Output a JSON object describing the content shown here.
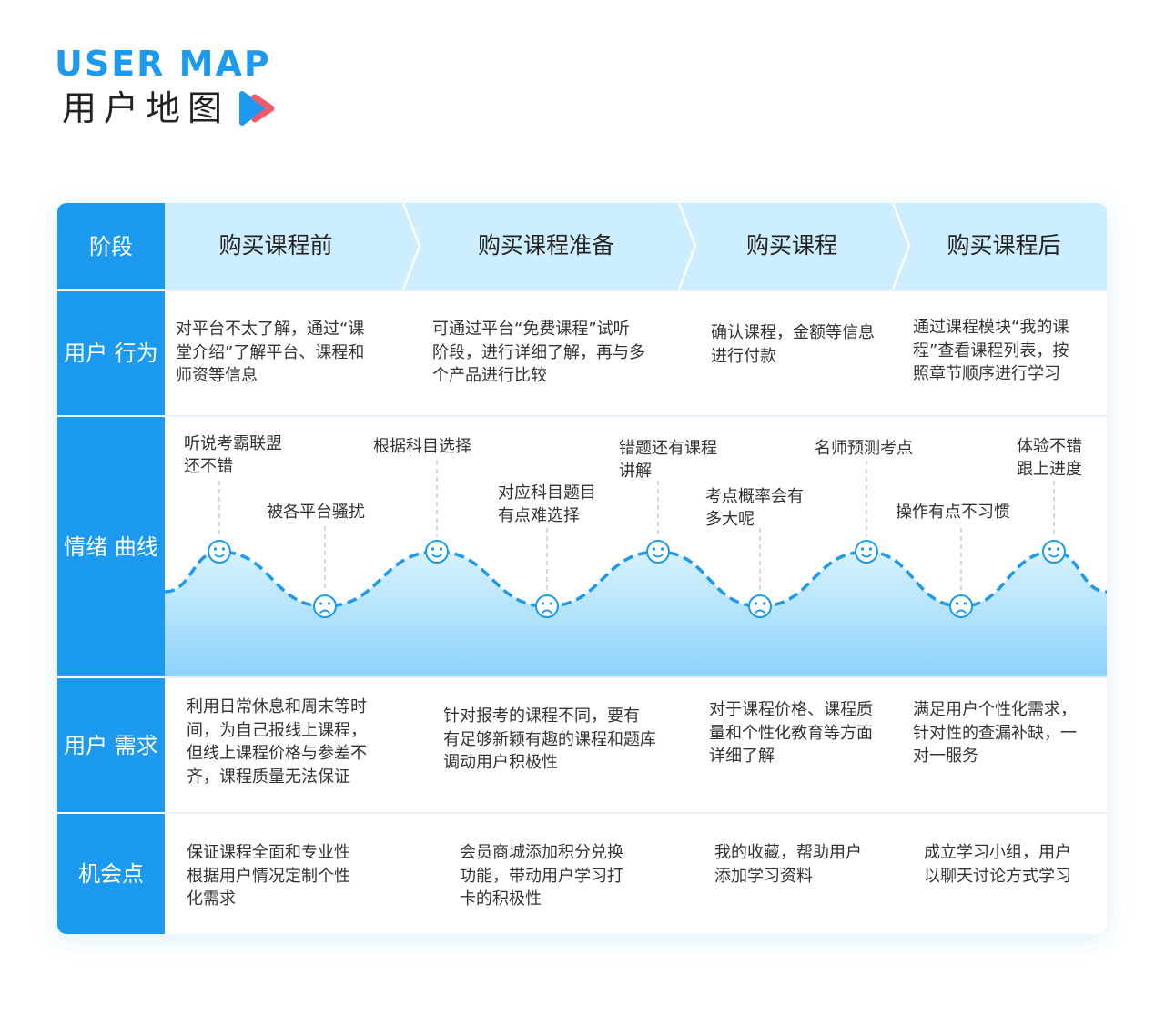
{
  "header": {
    "title_en": "USER MAP",
    "title_cn": "用户地图",
    "icon": "play-arrow-icon"
  },
  "colors": {
    "primary": "#1b9aef",
    "stage_bg": "#cdeefe",
    "curve_fill_top": "#cfeffe",
    "curve_fill_bottom": "#8fd4fb",
    "accent_red": "#f05a6e"
  },
  "rows": {
    "stage": "阶段",
    "behavior": "用户\n行为",
    "emotion": "情绪\n曲线",
    "needs": "用户\n需求",
    "opportunity": "机会点"
  },
  "stages": [
    "购买课程前",
    "购买课程准备",
    "购买课程",
    "购买课程后"
  ],
  "behavior": [
    "对平台不太了解，通过“课\n堂介绍”了解平台、课程和\n师资等信息",
    "可通过平台“免费课程”试听\n阶段，进行详细了解，再与多\n个产品进行比较",
    "确认课程，金额等信息\n进行付款",
    "通过课程模块“我的课\n程”查看课程列表，按\n照章节顺序进行学习"
  ],
  "emotion_points": [
    {
      "label": "听说考霸联盟\n还不错",
      "mood": "happy"
    },
    {
      "label": "被各平台骚扰",
      "mood": "sad"
    },
    {
      "label": "根据科目选择",
      "mood": "happy"
    },
    {
      "label": "对应科目题目\n有点难选择",
      "mood": "sad"
    },
    {
      "label": "错题还有课程\n讲解",
      "mood": "happy"
    },
    {
      "label": "考点概率会有\n多大呢",
      "mood": "sad"
    },
    {
      "label": "名师预测考点",
      "mood": "happy"
    },
    {
      "label": "操作有点不习惯",
      "mood": "sad"
    },
    {
      "label": "体验不错\n跟上进度",
      "mood": "happy"
    }
  ],
  "needs": [
    "利用日常休息和周末等时\n间，为自己报线上课程，\n但线上课程价格与参差不\n齐，课程质量无法保证",
    "针对报考的课程不同，要有\n有足够新颖有趣的课程和题库\n调动用户积极性",
    "对于课程价格、课程质\n量和个性化教育等方面\n详细了解",
    "满足用户个性化需求，\n针对性的查漏补缺，一\n对一服务"
  ],
  "opportunities": [
    "保证课程全面和专业性\n根据用户情况定制个性\n化需求",
    "会员商城添加积分兑换\n功能，带动用户学习打\n卡的积极性",
    "我的收藏，帮助用户\n添加学习资料",
    "成立学习小组，用户\n以聊天讨论方式学习"
  ]
}
